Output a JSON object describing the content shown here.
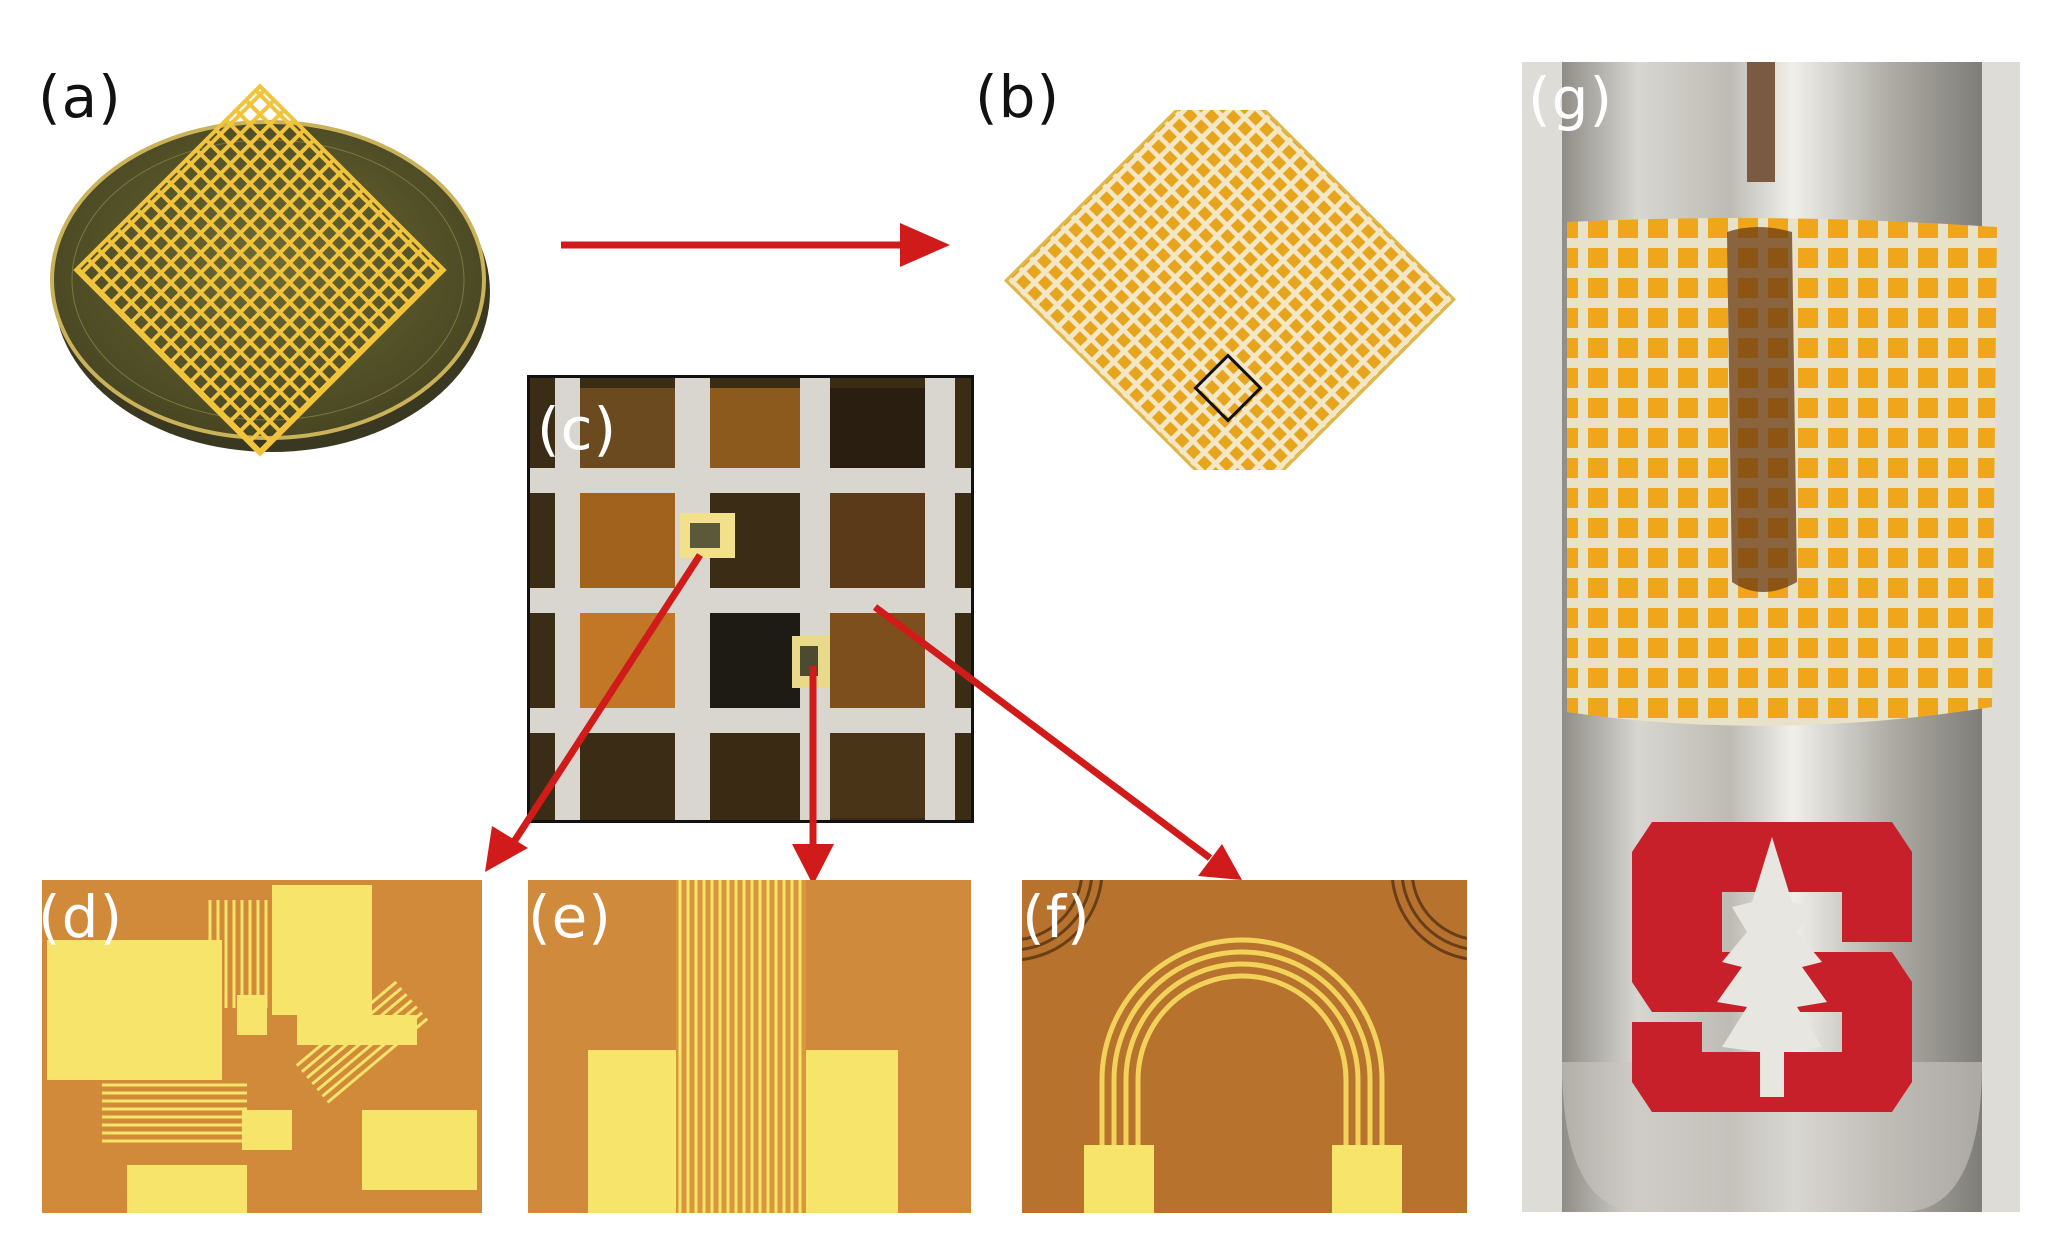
{
  "figure": {
    "panels": [
      {
        "id": "a",
        "label": "(a)",
        "subject": "wafer-with-sensor-grid"
      },
      {
        "id": "b",
        "label": "(b)",
        "subject": "peeled-stretchable-sensor-grid"
      },
      {
        "id": "c",
        "label": "(c)",
        "subject": "zoomed-grid-nodes"
      },
      {
        "id": "d",
        "label": "(d)",
        "subject": "strain-gauge-rosette"
      },
      {
        "id": "e",
        "label": "(e)",
        "subject": "interdigitated-traces-with-pads"
      },
      {
        "id": "f",
        "label": "(f)",
        "subject": "serpentine-interconnect"
      },
      {
        "id": "g",
        "label": "(g)",
        "subject": "sensor-grid-wrapped-on-bottle"
      }
    ]
  },
  "colors": {
    "arrow": "#d11a1a",
    "polyimide": "#e9a21c",
    "gold_pad": "#f7e46a",
    "substrate_orange": "#cf8a3b",
    "wafer": "#5b5b2c",
    "logo_red": "#c8202b"
  }
}
